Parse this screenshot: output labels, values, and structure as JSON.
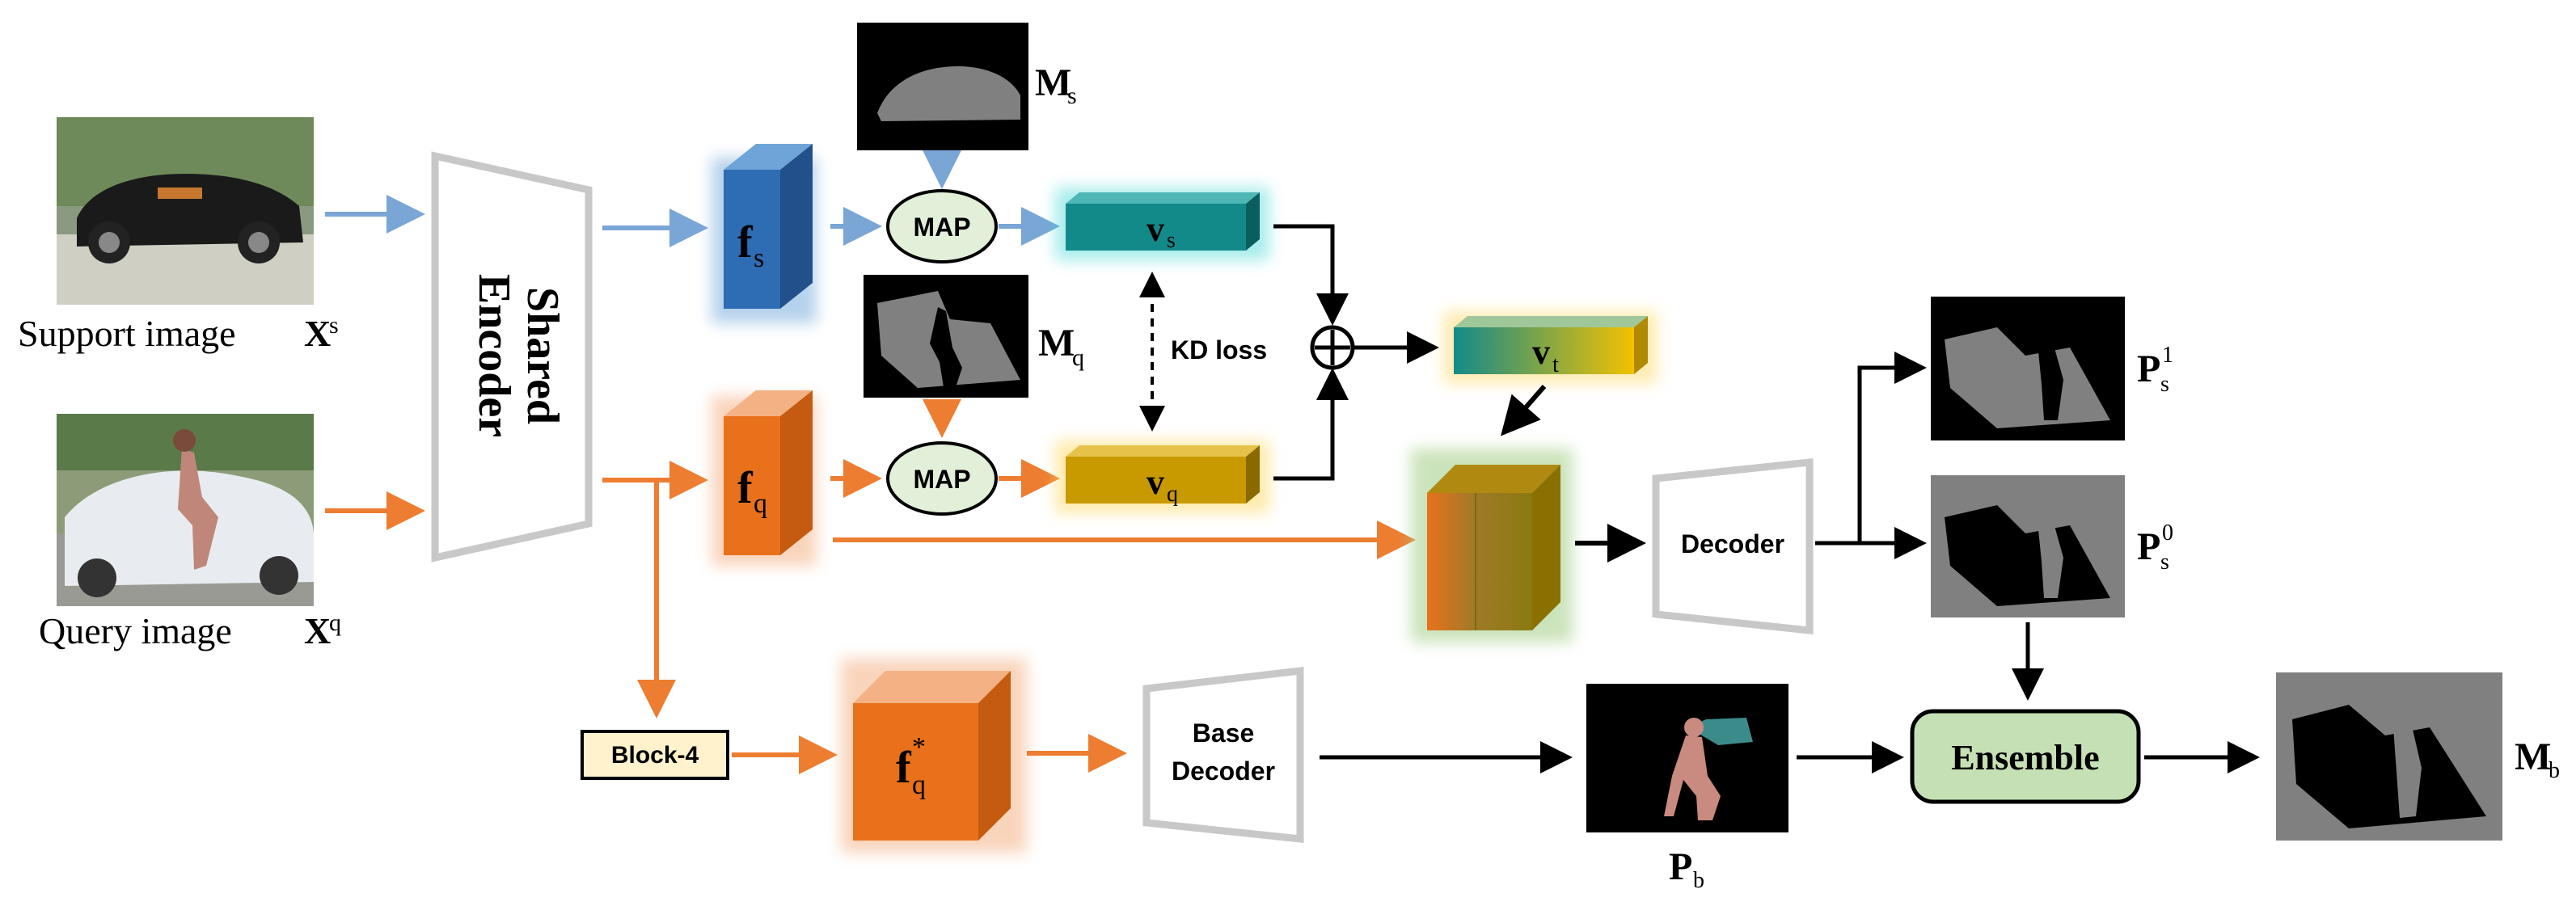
{
  "labels": {
    "support_image": "Support image",
    "support_symbol": "X",
    "support_sup": "s",
    "query_image": "Query image",
    "query_symbol": "X",
    "query_sup": "q",
    "shared_encoder_line1": "Shared",
    "shared_encoder_line2": "Encoder",
    "fs": "f",
    "fs_sub": "s",
    "fq": "f",
    "fq_sub": "q",
    "fq_star": "f",
    "fq_star_sup": "*",
    "fq_star_sub": "q",
    "ms": "M",
    "ms_sub": "s",
    "mq": "M",
    "mq_sub": "q",
    "map1": "MAP",
    "map2": "MAP",
    "vs": "v",
    "vs_sub": "s",
    "vq": "v",
    "vq_sub": "q",
    "vt": "v",
    "vt_sub": "t",
    "kd_loss": "KD loss",
    "decoder": "Decoder",
    "base_decoder_line1": "Base",
    "base_decoder_line2": "Decoder",
    "block4": "Block-4",
    "ps1": "P",
    "ps1_sub": "s",
    "ps1_sup": "1",
    "ps0": "P",
    "ps0_sub": "s",
    "ps0_sup": "0",
    "pb": "P",
    "pb_sub": "b",
    "ensemble": "Ensemble",
    "mb": "M",
    "mb_sub": "b",
    "plus": "⊕"
  },
  "colors": {
    "support_arrow": "#7aa6d6",
    "query_arrow": "#ed7d31",
    "fs_box": "#2e6db4",
    "fq_box": "#e9711c",
    "vs_box": "#138a8a",
    "vq_box": "#c89a00",
    "map_fill": "#e2efd9",
    "ensemble_fill": "#c5e0b4",
    "block4_fill": "#fff2cc",
    "mask_gray": "#808080"
  }
}
